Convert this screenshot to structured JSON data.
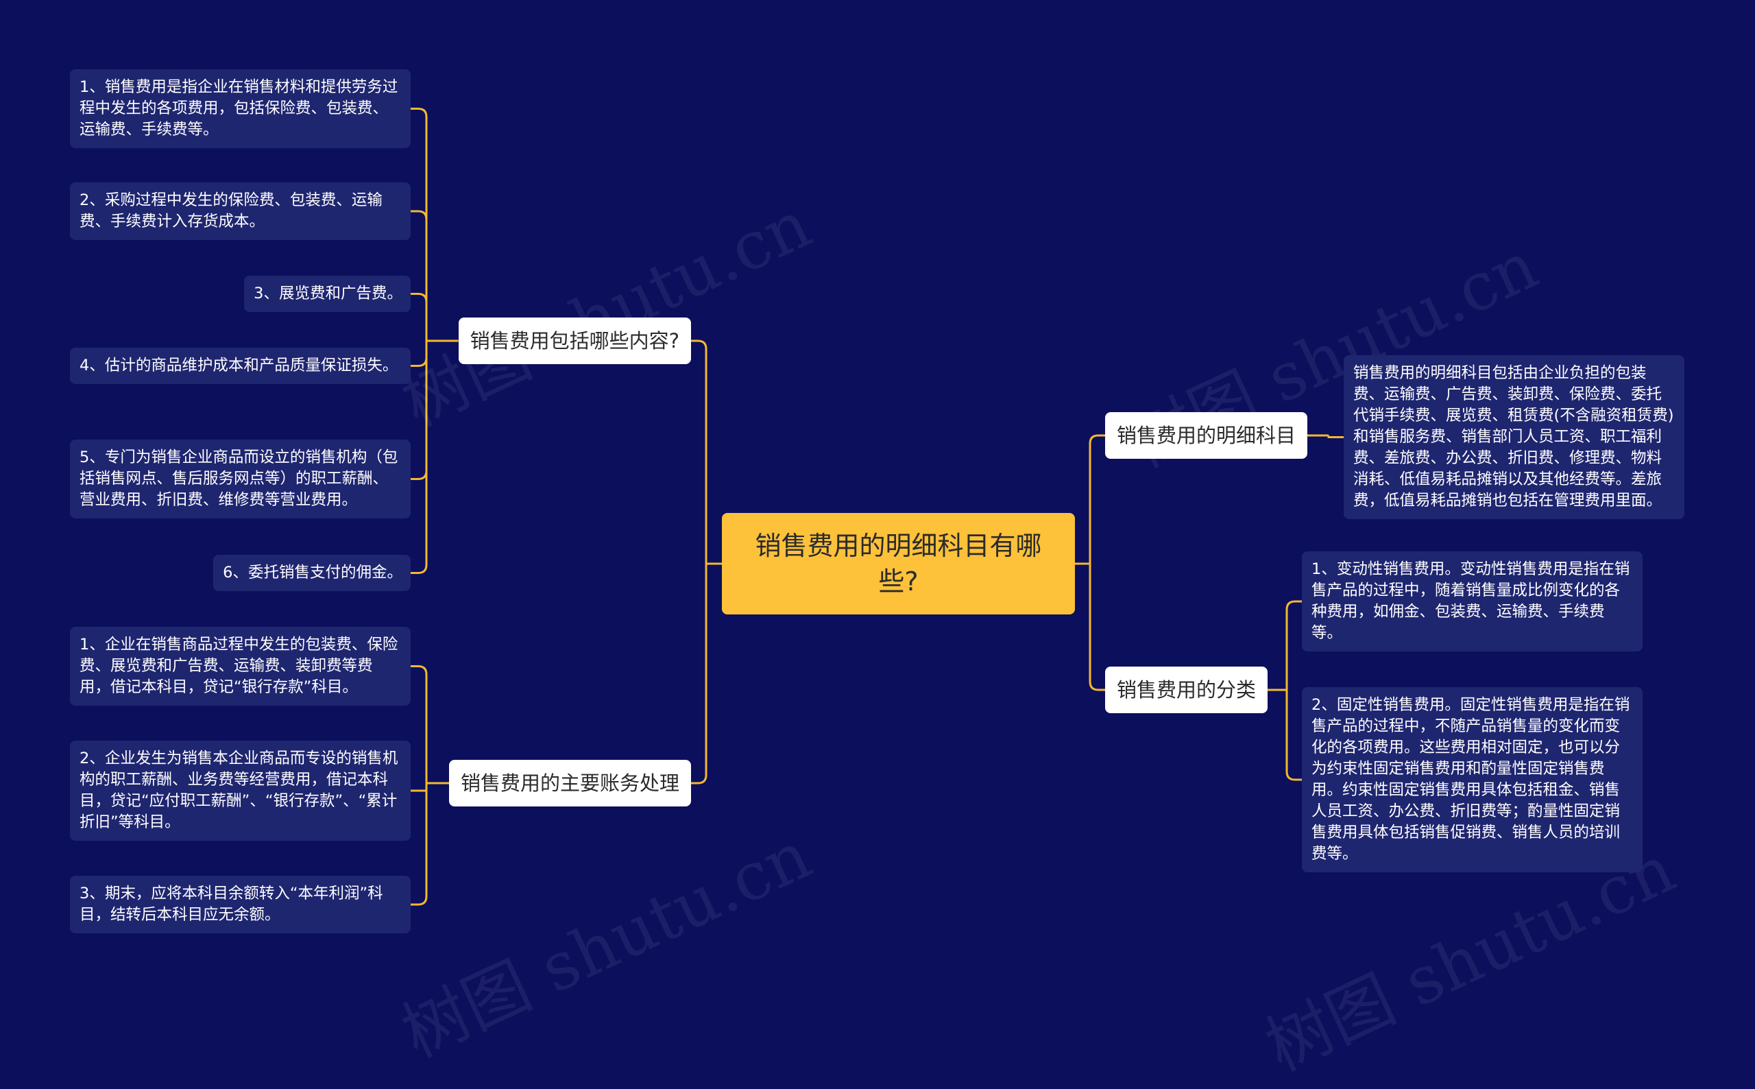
{
  "root": {
    "label": "销售费用的明细科目有哪些?"
  },
  "branches": [
    {
      "label": "销售费用包括哪些内容?",
      "leaves": [
        "1、销售费用是指企业在销售材料和提供劳务过程中发生的各项费用，包括保险费、包装费、运输费、手续费等。",
        "2、采购过程中发生的保险费、包装费、运输费、手续费计入存货成本。",
        "3、展览费和广告费。",
        "4、估计的商品维护成本和产品质量保证损失。",
        "5、专门为销售企业商品而设立的销售机构（包括销售网点、售后服务网点等）的职工薪酬、营业费用、折旧费、维修费等营业费用。",
        "6、委托销售支付的佣金。"
      ]
    },
    {
      "label": "销售费用的主要账务处理",
      "leaves": [
        "1、企业在销售商品过程中发生的包装费、保险费、展览费和广告费、运输费、装卸费等费用，借记本科目，贷记“银行存款”科目。",
        "2、企业发生为销售本企业商品而专设的销售机构的职工薪酬、业务费等经营费用，借记本科目，贷记“应付职工薪酬”、“银行存款”、“累计折旧”等科目。",
        "3、期末，应将本科目余额转入“本年利润”科目，结转后本科目应无余额。"
      ]
    },
    {
      "label": "销售费用的明细科目",
      "leaves": [
        "销售费用的明细科目包括由企业负担的包装费、运输费、广告费、装卸费、保险费、委托代销手续费、展览费、租赁费(不含融资租赁费)和销售服务费、销售部门人员工资、职工福利费、差旅费、办公费、折旧费、修理费、物料消耗、低值易耗品摊销以及其他经费等。差旅费，低值易耗品摊销也包括在管理费用里面。"
      ]
    },
    {
      "label": "销售费用的分类",
      "leaves": [
        "1、变动性销售费用。变动性销售费用是指在销售产品的过程中，随着销售量成比例变化的各种费用，如佣金、包装费、运输费、手续费等。",
        "2、固定性销售费用。固定性销售费用是指在销售产品的过程中，不随产品销售量的变化而变化的各项费用。这些费用相对固定，也可以分为约束性固定销售费用和酌量性固定销售费用。约束性固定销售费用具体包括租金、销售人员工资、办公费、折旧费等；酌量性固定销售费用具体包括销售促销费、销售人员的培训费等。"
      ]
    }
  ],
  "watermark": "树图 shutu.cn",
  "colors": {
    "background": "#0b0f5c",
    "root": "#fdc13a",
    "branch": "#ffffff",
    "leaf": "#1f2670",
    "line": "#f5b82e"
  }
}
